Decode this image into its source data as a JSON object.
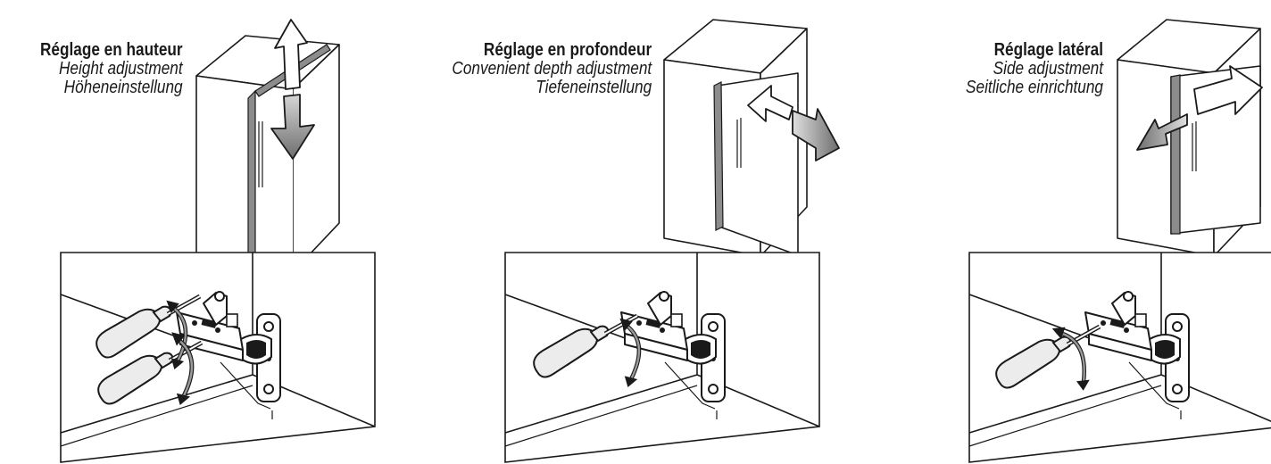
{
  "panels": [
    {
      "title_fr": "Réglage en hauteur",
      "title_en": "Height adjustment",
      "title_de": "Höheneinstellung",
      "arrow": "vertical-arrow",
      "screwdrivers": 2
    },
    {
      "title_fr": "Réglage en profondeur",
      "title_en": "Convenient depth adjustment",
      "title_de": "Tiefeneinstellung",
      "arrow": "depth-arrow",
      "screwdrivers": 1
    },
    {
      "title_fr": "Réglage latéral",
      "title_en": "Side adjustment",
      "title_de": "Seitliche einrichtung",
      "arrow": "lateral-arrow",
      "screwdrivers": 1
    }
  ],
  "colors": {
    "line": "#1a1a1a",
    "door_edge": "#8c8c8c",
    "arrow_fill": "#7a7a7a",
    "background": "#ffffff"
  }
}
